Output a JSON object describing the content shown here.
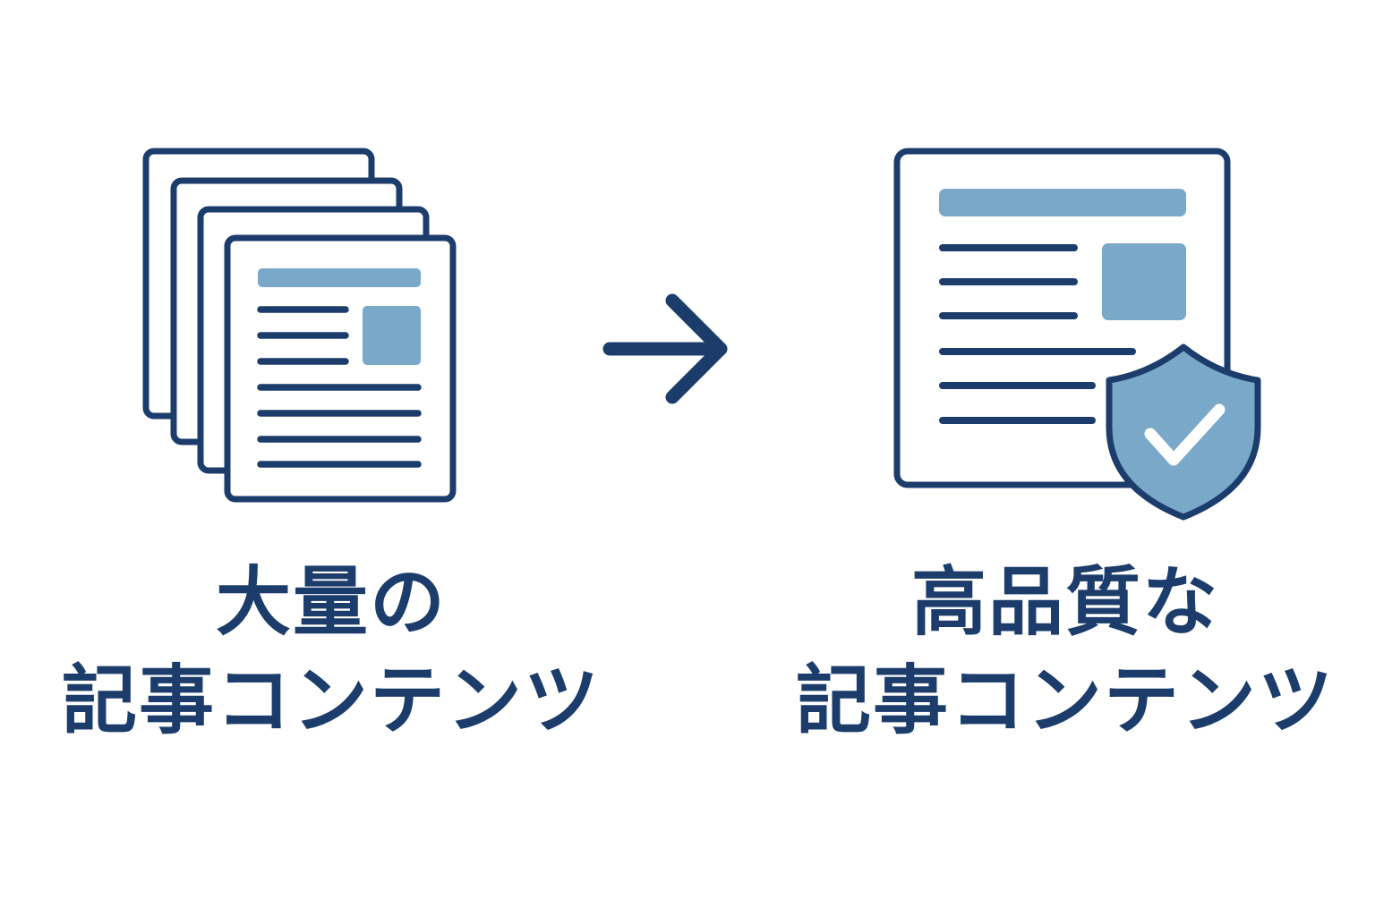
{
  "colors": {
    "navy": "#1c3d6b",
    "accent": "#79a8c9",
    "background": "#ffffff"
  },
  "left": {
    "icon": "stacked-documents-icon",
    "caption_line1": "大量の",
    "caption_line2": "記事コンテンツ"
  },
  "arrow": {
    "icon": "arrow-right-icon"
  },
  "right": {
    "icon": "document-with-shield-check-icon",
    "caption_line1": "高品質な",
    "caption_line2": "記事コンテンツ"
  }
}
